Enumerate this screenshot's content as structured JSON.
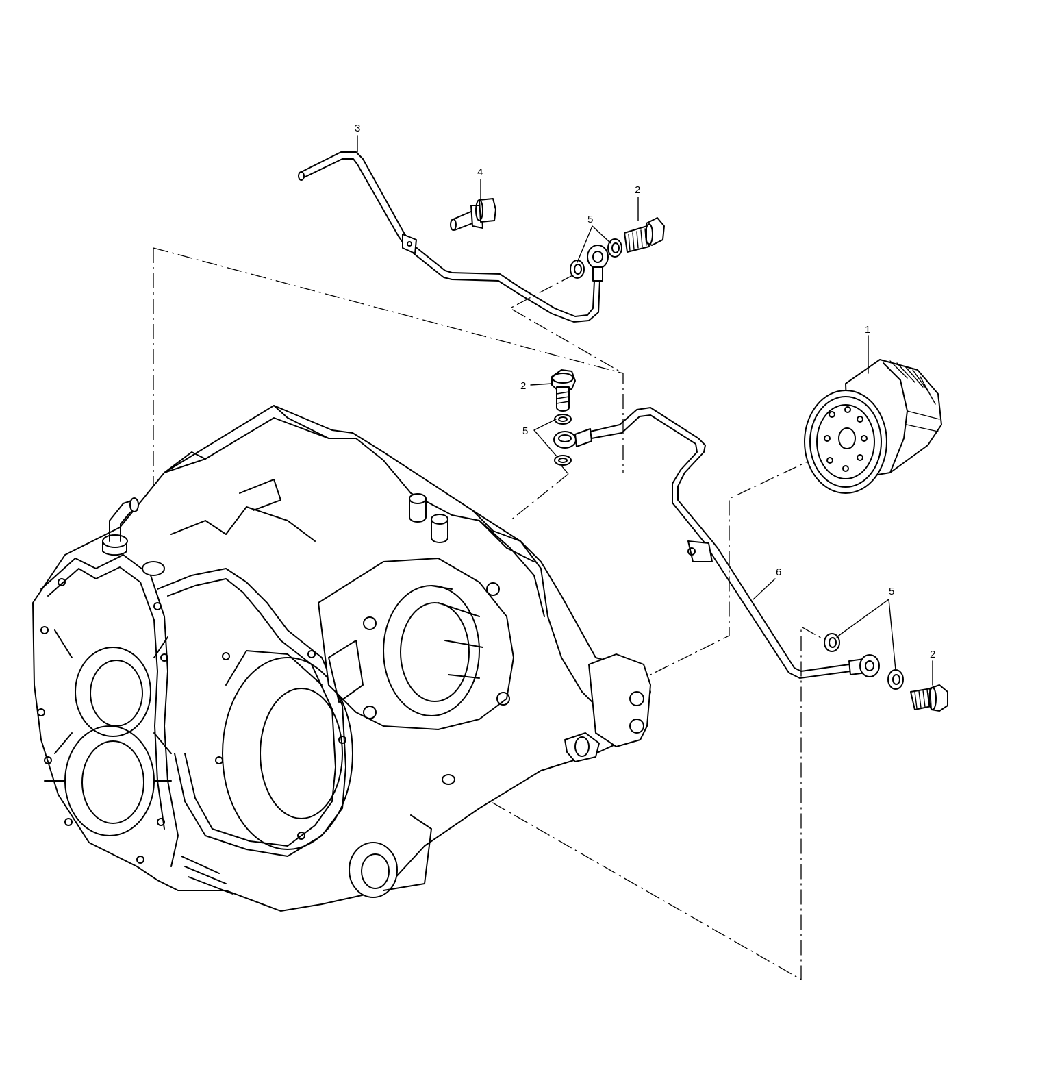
{
  "callouts": {
    "oil_filter": "1",
    "banjo_bolt_top": "2",
    "banjo_bolt_middle": "2",
    "banjo_bolt_bottom": "2",
    "upper_oil_line": "3",
    "flange_bolt": "4",
    "washers_top": "5",
    "washers_middle": "5",
    "washers_bottom": "5",
    "lower_oil_line": "6"
  }
}
